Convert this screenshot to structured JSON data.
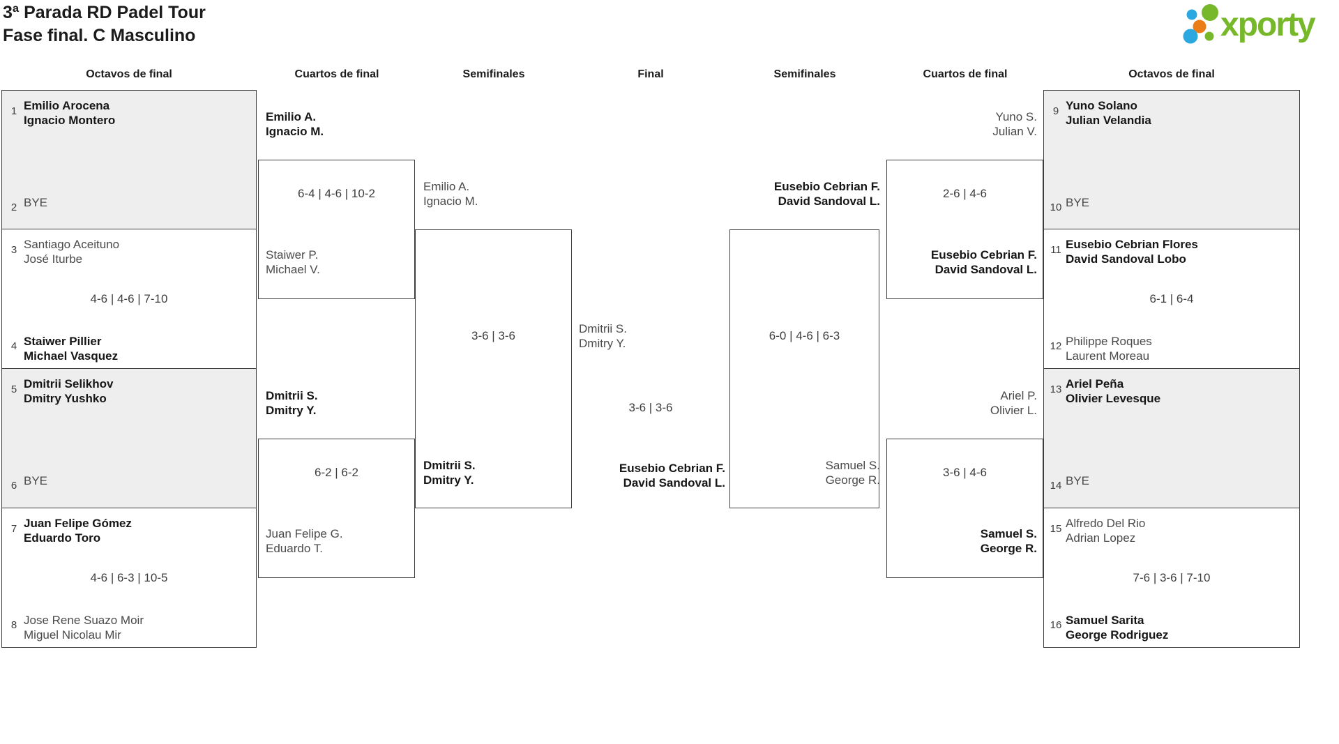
{
  "header": {
    "title_line1": "3ª Parada RD Padel Tour",
    "title_line2": "Fase final. C Masculino",
    "logo_text": "xporty"
  },
  "colors": {
    "logo_green": "#76b82a",
    "logo_blue": "#2ca8e0",
    "logo_orange": "#eb7d18",
    "shade_gray": "#eeeeee",
    "border": "#3d3d3d"
  },
  "columns": {
    "left_octavos": "Octavos de final",
    "left_cuartos": "Cuartos de final",
    "left_semis": "Semifinales",
    "final": "Final",
    "right_semis": "Semifinales",
    "right_cuartos": "Cuartos de final",
    "right_octavos": "Octavos de final"
  },
  "octavos_left": [
    {
      "seed_a": "1",
      "team_a": [
        "Emilio Arocena",
        "Ignacio Montero"
      ],
      "seed_b": "2",
      "team_b": [
        "BYE"
      ],
      "score": ""
    },
    {
      "seed_a": "3",
      "team_a": [
        "Santiago Aceituno",
        "José Iturbe"
      ],
      "seed_b": "4",
      "team_b": [
        "Staiwer Pillier",
        "Michael Vasquez"
      ],
      "score": "4-6 | 4-6 | 7-10"
    },
    {
      "seed_a": "5",
      "team_a": [
        "Dmitrii Selikhov",
        "Dmitry Yushko"
      ],
      "seed_b": "6",
      "team_b": [
        "BYE"
      ],
      "score": ""
    },
    {
      "seed_a": "7",
      "team_a": [
        "Juan Felipe Gómez",
        "Eduardo Toro"
      ],
      "seed_b": "8",
      "team_b": [
        "Jose Rene Suazo Moir",
        "Miguel Nicolau Mir"
      ],
      "score": "4-6 | 6-3 | 10-5"
    }
  ],
  "cuartos_left": [
    {
      "team_a": [
        "Emilio A.",
        "Ignacio M."
      ],
      "team_b": [
        "Staiwer P.",
        "Michael V."
      ],
      "score": "6-4 | 4-6 | 10-2"
    },
    {
      "team_a": [
        "Dmitrii S.",
        "Dmitry Y."
      ],
      "team_b": [
        "Juan Felipe G.",
        "Eduardo T."
      ],
      "score": "6-2 | 6-2"
    }
  ],
  "semis_left": {
    "team_a": [
      "Emilio A.",
      "Ignacio M."
    ],
    "team_b": [
      "Dmitrii S.",
      "Dmitry Y."
    ],
    "score": "3-6 | 3-6"
  },
  "final": {
    "team_a": [
      "Dmitrii S.",
      "Dmitry Y."
    ],
    "team_b": [
      "Eusebio Cebrian F.",
      "David Sandoval L."
    ],
    "score": "3-6 | 3-6"
  },
  "semis_right": {
    "team_a": [
      "Eusebio Cebrian F.",
      "David Sandoval L."
    ],
    "team_b": [
      "Samuel S.",
      "George R."
    ],
    "score": "6-0 | 4-6 | 6-3"
  },
  "cuartos_right": [
    {
      "team_a": [
        "Yuno S.",
        "Julian V."
      ],
      "team_b": [
        "Eusebio Cebrian F.",
        "David Sandoval L."
      ],
      "score": "2-6 | 4-6"
    },
    {
      "team_a": [
        "Ariel P.",
        "Olivier L."
      ],
      "team_b": [
        "Samuel S.",
        "George R."
      ],
      "score": "3-6 | 4-6"
    }
  ],
  "octavos_right": [
    {
      "seed_a": "9",
      "team_a": [
        "Yuno Solano",
        "Julian Velandia"
      ],
      "seed_b": "10",
      "team_b": [
        "BYE"
      ],
      "score": ""
    },
    {
      "seed_a": "11",
      "team_a": [
        "Eusebio Cebrian Flores",
        "David Sandoval Lobo"
      ],
      "seed_b": "12",
      "team_b": [
        "Philippe Roques",
        "Laurent Moreau"
      ],
      "score": "6-1 | 6-4"
    },
    {
      "seed_a": "13",
      "team_a": [
        "Ariel Peña",
        "Olivier Levesque"
      ],
      "seed_b": "14",
      "team_b": [
        "BYE"
      ],
      "score": ""
    },
    {
      "seed_a": "15",
      "team_a": [
        "Alfredo Del Rio",
        "Adrian Lopez"
      ],
      "seed_b": "16",
      "team_b": [
        "Samuel Sarita",
        "George Rodriguez"
      ],
      "score": "7-6 | 3-6 | 7-10"
    }
  ]
}
